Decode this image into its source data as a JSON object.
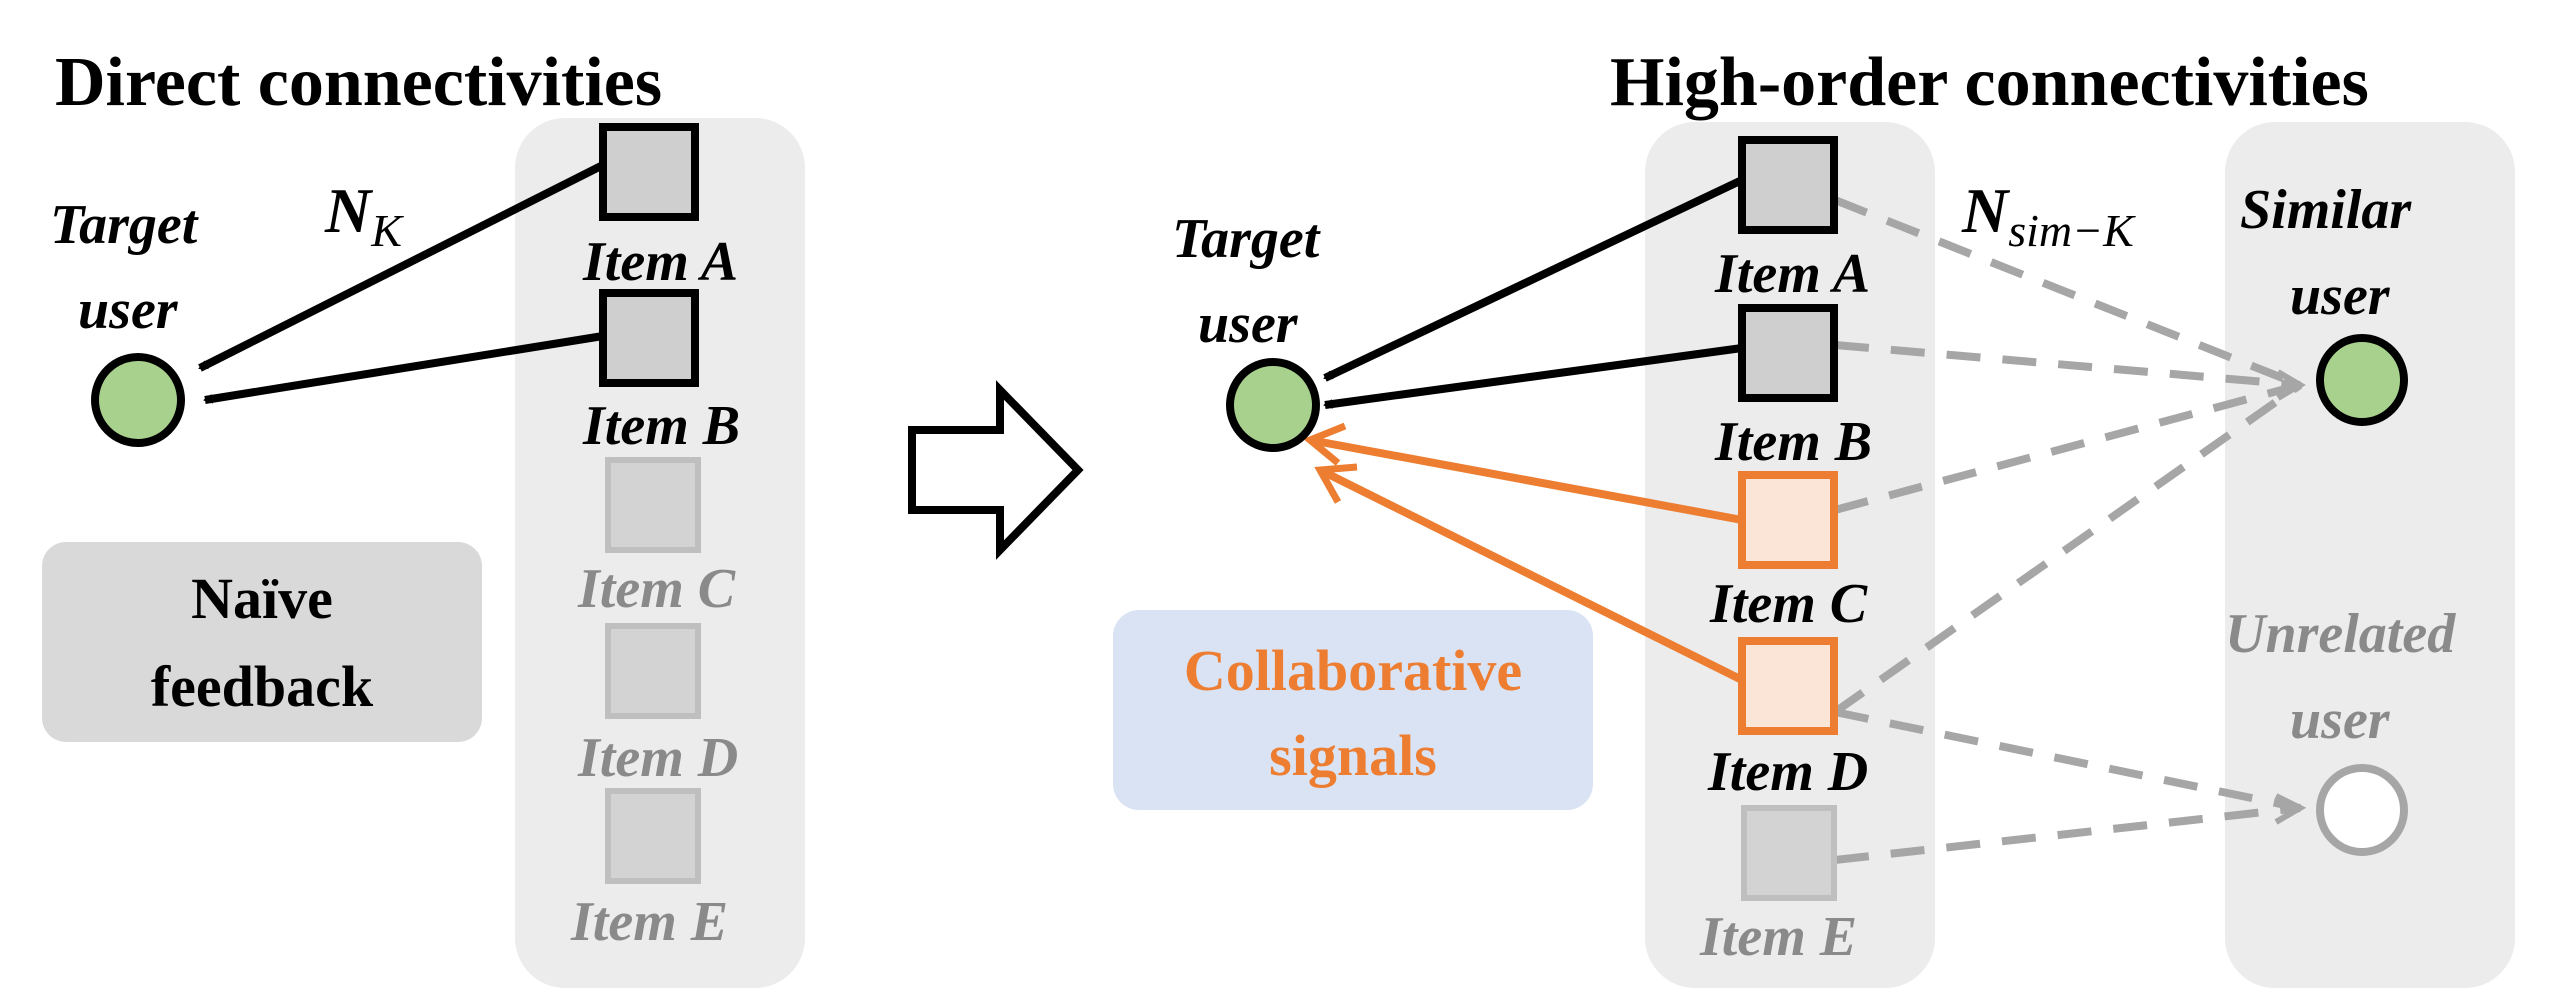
{
  "left_panel": {
    "title": "Direct connectivities",
    "target_user_label": [
      "Target",
      "user"
    ],
    "edge_label_main": "N",
    "edge_label_sub": "K",
    "items": [
      {
        "label": "Item A",
        "state": "active"
      },
      {
        "label": "Item B",
        "state": "active"
      },
      {
        "label": "Item C",
        "state": "inactive"
      },
      {
        "label": "Item D",
        "state": "inactive"
      },
      {
        "label": "Item E",
        "state": "inactive"
      }
    ],
    "naive_box": [
      "Naïve",
      "feedback"
    ]
  },
  "right_panel": {
    "title": "High-order connectivities",
    "target_user_label": [
      "Target",
      "user"
    ],
    "edge_label_main": "N",
    "edge_label_sub": "sim−K",
    "items": [
      {
        "label": "Item A",
        "state": "active"
      },
      {
        "label": "Item B",
        "state": "active"
      },
      {
        "label": "Item C",
        "state": "collaborative"
      },
      {
        "label": "Item D",
        "state": "collaborative"
      },
      {
        "label": "Item E",
        "state": "inactive"
      }
    ],
    "similar_user_label": [
      "Similar",
      "user"
    ],
    "unrelated_user_label": [
      "Unrelated",
      "user"
    ],
    "collab_box": [
      "Collaborative",
      "signals"
    ]
  },
  "colors": {
    "user_fill": "#a9d18e",
    "panel_bg": "#ececec",
    "item_fill": "#d0cfd0",
    "collab_orange": "#ed7d31",
    "collab_item_fill": "#fbe5d6",
    "dashed_gray": "#a6a6a6",
    "naive_bg": "#d9d9d9",
    "collab_bg": "#dae3f3"
  }
}
